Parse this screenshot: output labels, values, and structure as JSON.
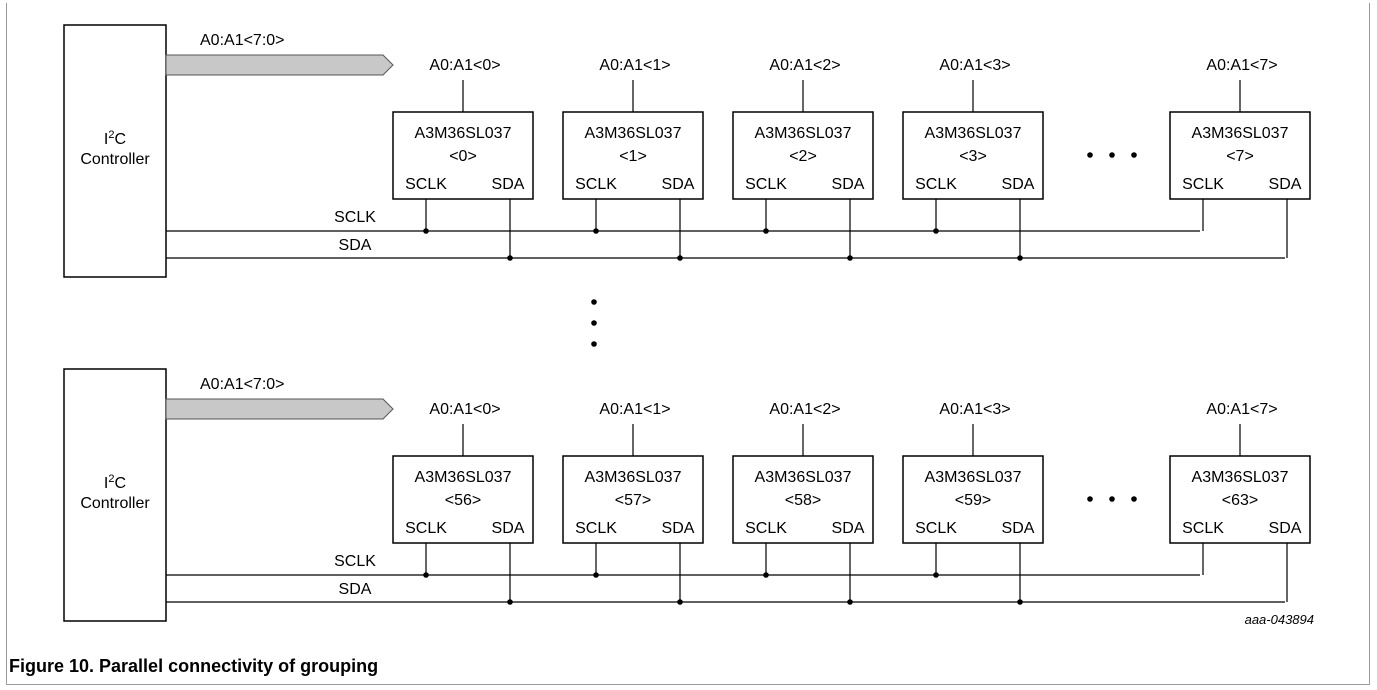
{
  "figure": {
    "caption": "Figure 10. Parallel connectivity of grouping",
    "code": "aaa-043894"
  },
  "controller": {
    "name_prefix": "I",
    "name_sup": "2",
    "name_suffix": "C",
    "name_line2": "Controller"
  },
  "bus_label": "A0:A1<7:0>",
  "signals": {
    "sclk": "SCLK",
    "sda": "SDA"
  },
  "groups": [
    {
      "chips": [
        {
          "part": "A3M36SL037",
          "index": "<0>",
          "addr": "A0:A1<0>",
          "sclk": "SCLK",
          "sda": "SDA"
        },
        {
          "part": "A3M36SL037",
          "index": "<1>",
          "addr": "A0:A1<1>",
          "sclk": "SCLK",
          "sda": "SDA"
        },
        {
          "part": "A3M36SL037",
          "index": "<2>",
          "addr": "A0:A1<2>",
          "sclk": "SCLK",
          "sda": "SDA"
        },
        {
          "part": "A3M36SL037",
          "index": "<3>",
          "addr": "A0:A1<3>",
          "sclk": "SCLK",
          "sda": "SDA"
        },
        {
          "part": "A3M36SL037",
          "index": "<7>",
          "addr": "A0:A1<7>",
          "sclk": "SCLK",
          "sda": "SDA"
        }
      ]
    },
    {
      "chips": [
        {
          "part": "A3M36SL037",
          "index": "<56>",
          "addr": "A0:A1<0>",
          "sclk": "SCLK",
          "sda": "SDA"
        },
        {
          "part": "A3M36SL037",
          "index": "<57>",
          "addr": "A0:A1<1>",
          "sclk": "SCLK",
          "sda": "SDA"
        },
        {
          "part": "A3M36SL037",
          "index": "<58>",
          "addr": "A0:A1<2>",
          "sclk": "SCLK",
          "sda": "SDA"
        },
        {
          "part": "A3M36SL037",
          "index": "<59>",
          "addr": "A0:A1<3>",
          "sclk": "SCLK",
          "sda": "SDA"
        },
        {
          "part": "A3M36SL037",
          "index": "<63>",
          "addr": "A0:A1<7>",
          "sclk": "SCLK",
          "sda": "SDA"
        }
      ]
    }
  ]
}
